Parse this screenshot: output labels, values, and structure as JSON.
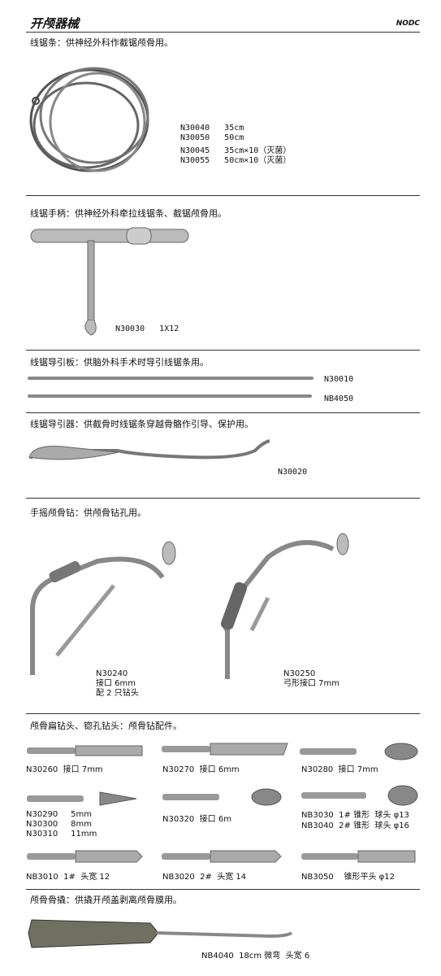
{
  "header": {
    "title": "开颅器械",
    "brand": "NODC"
  },
  "sections": {
    "wire_saw": {
      "desc": "线锯条：供神经外科作截锯颅骨用。",
      "codes": [
        "N30040   35cm",
        "N30050   50cm",
        "N30045   35cm×10（灭菌）",
        "N30055   50cm×10（灭菌）"
      ]
    },
    "saw_handle": {
      "desc": "线锯手柄：供神经外科牵拉线锯条、截锯颅骨用。",
      "code": "N30030   1X12"
    },
    "guide_plate": {
      "desc": "线锯导引板：供脑外科手术时导引线锯条用。",
      "code1": "N30010",
      "code2": "NB4050"
    },
    "guide": {
      "desc": "线锯导引器：供截骨时线锯条穿越骨骼作引导、保护用。",
      "code": "N30020"
    },
    "hand_drill": {
      "desc": "手摇颅骨钻：供颅骨钻孔用。",
      "left": [
        "N30240",
        "接口 6mm",
        "配 2 只钻头"
      ],
      "right": [
        "N30250",
        "弓形接口 7mm"
      ]
    },
    "bits": {
      "desc": "颅骨扁钻头、锪孔钻头：颅骨钻配件。",
      "b1": "N30260  接口 7mm",
      "b2": "N30270  接口 6mm",
      "b3": "N30280  接口 7mm",
      "b4": [
        "N30290     5mm",
        "N30300     8mm",
        "N30310     11mm"
      ],
      "b5": "N30320  接口 6m",
      "b6": [
        "NB3030  1# 锥形  球头 φ13",
        "NB3040  2# 锥形  球头 φ16"
      ],
      "b7": "NB3010  1#  头宽 12",
      "b8": "NB3020  2#  头宽 14",
      "b9": "NB3050    锥形平头 φ12"
    },
    "elevator": {
      "desc": "颅骨骨撬：供撬开颅盖剥离颅骨膜用。",
      "code": "NB4040  18cm 微弯  头宽 6"
    }
  }
}
